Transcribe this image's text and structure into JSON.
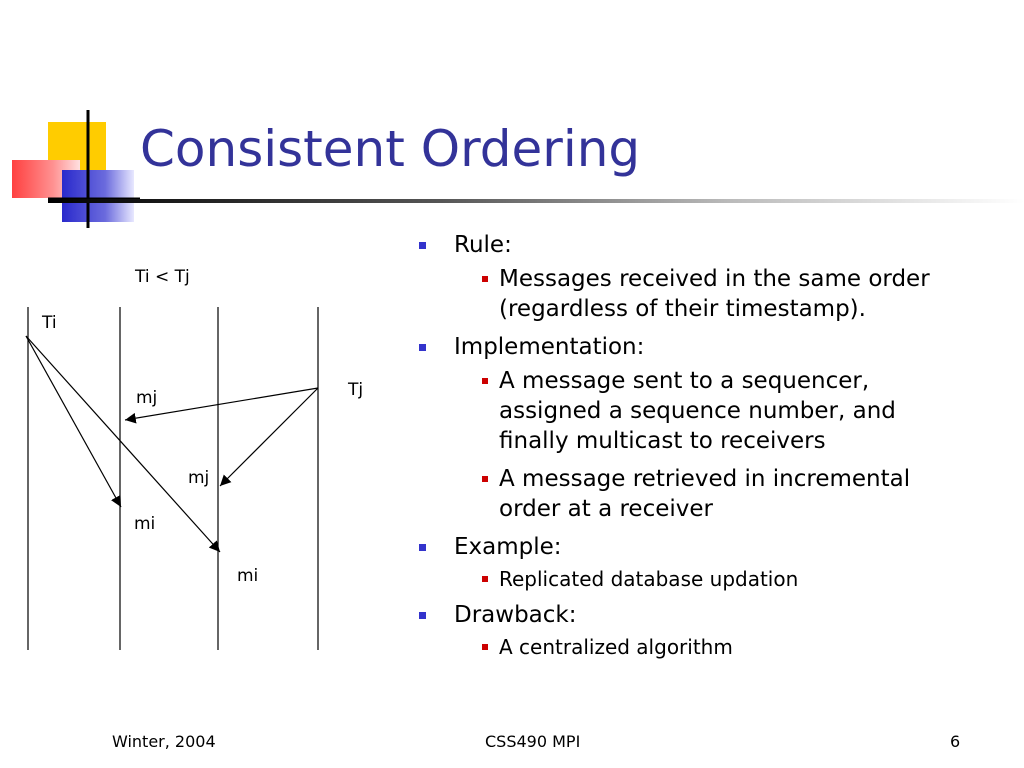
{
  "slide": {
    "title": "Consistent Ordering"
  },
  "diagram": {
    "header": "Ti < Tj",
    "process_label_i": "Ti",
    "process_label_j": "Tj",
    "messages": [
      {
        "label": "mj"
      },
      {
        "label": "mj"
      },
      {
        "label": "mi"
      },
      {
        "label": "mi"
      }
    ]
  },
  "bullets": [
    {
      "text": "Rule:",
      "sub": [
        {
          "text": "Messages received in the same order (regardless of their timestamp)."
        }
      ]
    },
    {
      "text": "Implementation:",
      "sub": [
        {
          "text": "A message sent to a  sequencer, assigned a sequence number, and finally multicast to receivers"
        },
        {
          "text": "A message retrieved in  incremental order at a receiver"
        }
      ]
    },
    {
      "text": "Example:",
      "sub": [
        {
          "text": "Replicated database updation"
        }
      ]
    },
    {
      "text": "Drawback:",
      "sub": [
        {
          "text": "A centralized algorithm"
        }
      ]
    }
  ],
  "footer": {
    "left": "Winter, 2004",
    "center": "CSS490 MPI",
    "right": "6"
  },
  "colors": {
    "title": "#333399",
    "level1_bullet": "#3333cc",
    "level2_bullet": "#cc0000"
  }
}
